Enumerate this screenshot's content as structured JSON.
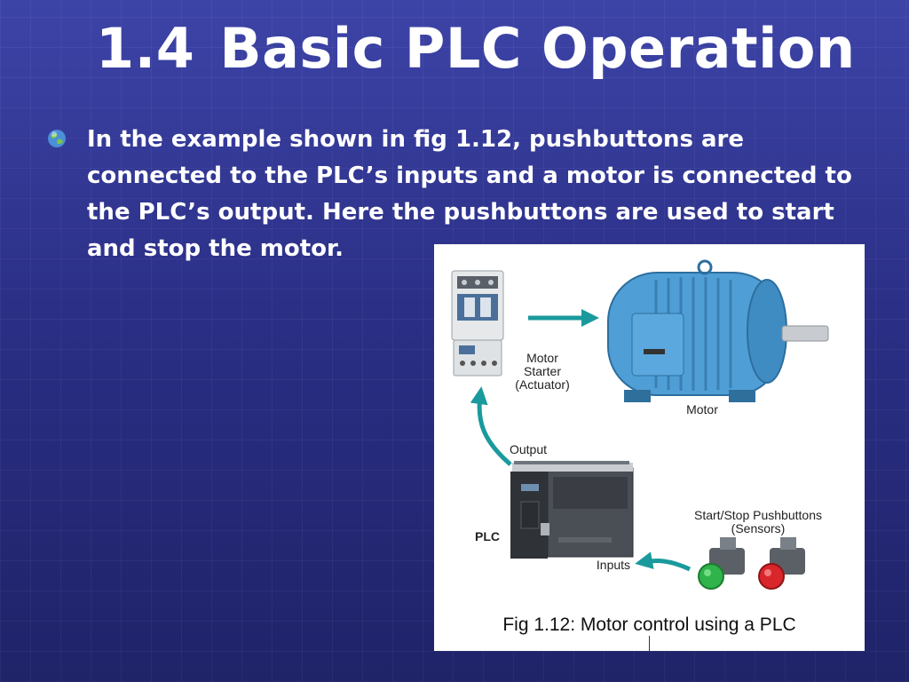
{
  "slide": {
    "title_number": "1.4",
    "title_text": "Basic PLC Operation",
    "bullet_lines": [
      "In the example shown in fig 1.12, pushbuttons are",
      "connected to the PLC’s inputs and a motor is connected to",
      "the PLC’s output. Here the pushbuttons are used to start",
      "and stop the motor."
    ]
  },
  "figure": {
    "starter_label": [
      "Motor",
      "Starter",
      "(Actuator)"
    ],
    "motor_label": "Motor",
    "output_label": "Output",
    "plc_label": "PLC",
    "inputs_label": "Inputs",
    "pushbuttons_label": [
      "Start/Stop Pushbuttons",
      "(Sensors)"
    ],
    "caption": "Fig 1.12: Motor control using a PLC"
  },
  "colors": {
    "background": "#2c2d7a",
    "arrow": "#1a9a9c",
    "motor": "#4f9fd6",
    "plc": "#3b3f44",
    "green_button": "#2fb34a",
    "red_button": "#d8262b"
  },
  "icons": [
    "bullet-globe-icon"
  ]
}
